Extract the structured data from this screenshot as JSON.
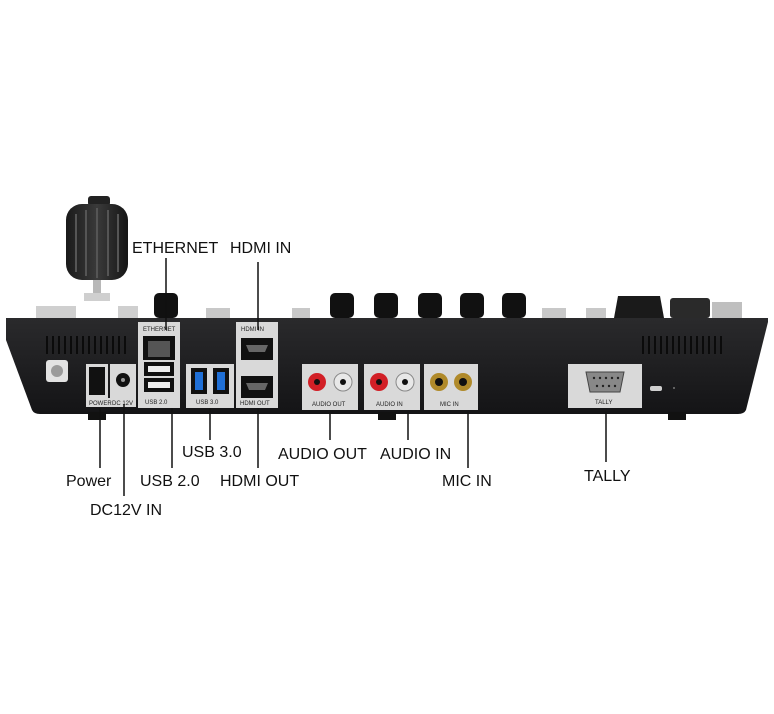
{
  "callouts": {
    "ethernet": "ETHERNET",
    "hdmi_in": "HDMI IN",
    "usb3": "USB 3.0",
    "audio_out": "AUDIO OUT",
    "audio_in": "AUDIO IN",
    "power": "Power",
    "usb2": "USB 2.0",
    "hdmi_out": "HDMI OUT",
    "mic_in": "MIC IN",
    "tally": "TALLY",
    "dc12v": "DC12V IN"
  },
  "panel_labels": {
    "power": "POWER",
    "dc": "DC 12V",
    "usb2": "USB 2.0",
    "usb3": "USB 3.0",
    "ethernet": "ETHERNET",
    "hdmi_in": "HDMI IN",
    "hdmi_out": "HDMI OUT",
    "audio_out": "AUDIO OUT",
    "audio_in": "AUDIO IN",
    "mic_in": "MIC IN",
    "tally": "TALLY"
  },
  "colors": {
    "chassis": "#1b1b1d",
    "panel_plate": "#d9d9d9",
    "usb3_blue": "#1f6fd6",
    "rca_red": "#d21f26",
    "rca_white": "#e8e8e8",
    "gold": "#b08a2a",
    "leader": "#111111"
  }
}
